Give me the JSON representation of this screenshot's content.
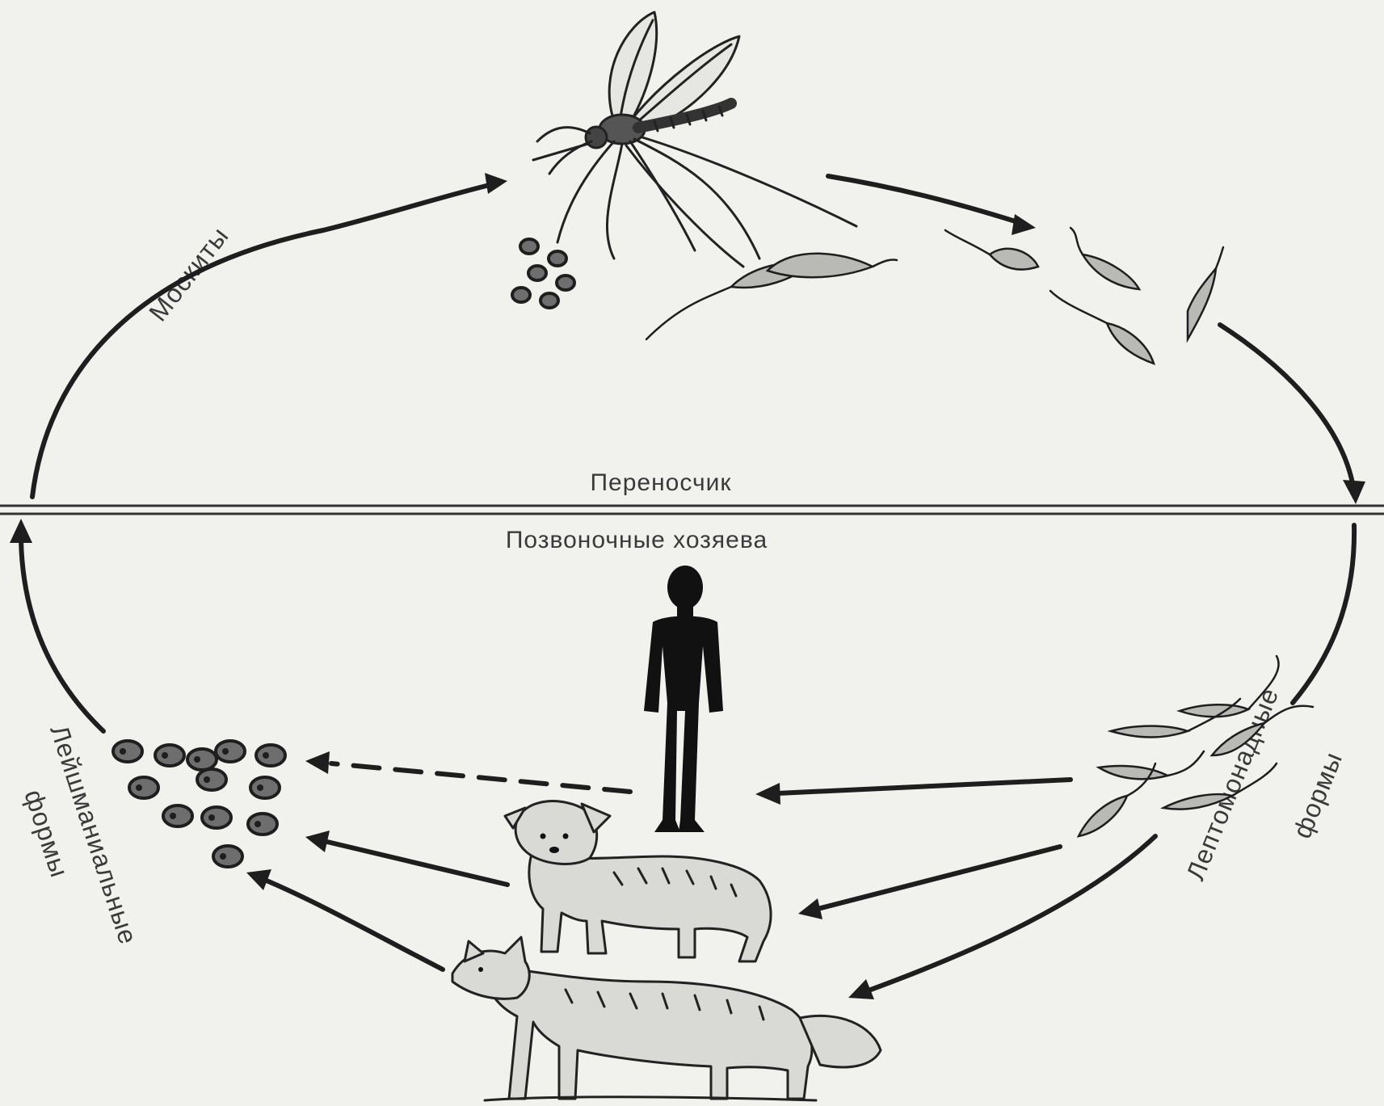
{
  "labels": {
    "vector": "Переносчик",
    "hosts": "Позвоночные хозяева",
    "sandflies": "Москиты",
    "leishmanial_forms": "Лейшманиальные формы",
    "leptomonad_forms": "Лептомонадные формы"
  },
  "colors": {
    "background": "#f1f1ee",
    "ink": "#1e1e1e",
    "text": "#3a3a3a"
  },
  "icons": {
    "vector_insect": "mosquito-icon",
    "host_1": "human-silhouette-icon",
    "host_2": "dog-icon",
    "host_3": "fox-icon"
  }
}
